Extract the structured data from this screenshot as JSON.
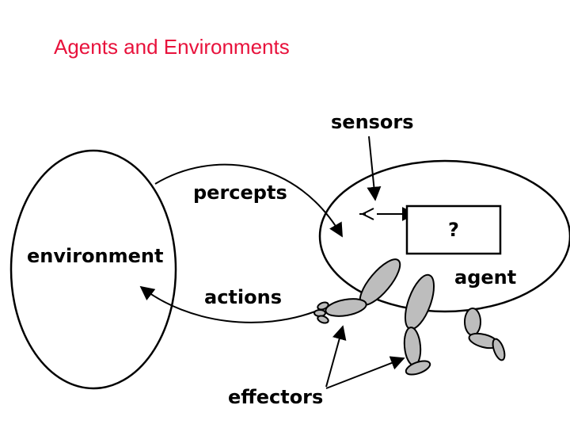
{
  "slide": {
    "title": "Agents and Environments",
    "title_color": "#e8123c"
  },
  "diagram": {
    "labels": {
      "sensors": "sensors",
      "percepts": "percepts",
      "environment": "environment",
      "actions": "actions",
      "agent": "agent",
      "effectors": "effectors",
      "unknown": "?"
    },
    "limb_color": "#bdbdbd",
    "line_color": "#000000"
  }
}
